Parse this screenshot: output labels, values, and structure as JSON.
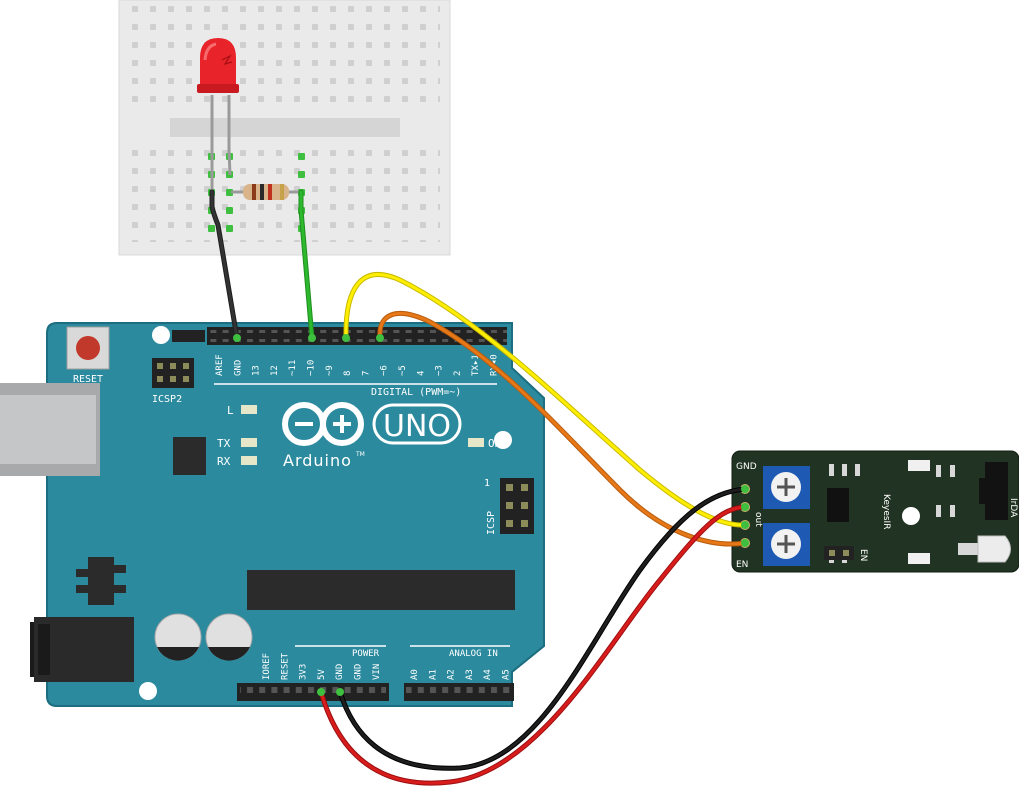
{
  "arduino": {
    "logo_text": "Arduino",
    "trademark": "TM",
    "model": "UNO",
    "reset_label": "RESET",
    "icsp2_label": "ICSP2",
    "icsp_label": "ICSP",
    "icsp_pin1": "1",
    "led_labels": {
      "l": "L",
      "tx": "TX",
      "rx": "RX",
      "on": "ON"
    },
    "digital_header_label": "DIGITAL (PWM=~)",
    "digital_pins": [
      "AREF",
      "GND",
      "13",
      "12",
      "~11",
      "~10",
      "~9",
      "8",
      "7",
      "~6",
      "~5",
      "4",
      "~3",
      "2",
      "TX▸1",
      "RX◂0"
    ],
    "power_label": "POWER",
    "power_pins": [
      "IOREF",
      "RESET",
      "3V3",
      "5V",
      "GND",
      "GND",
      "VIN"
    ],
    "analog_label": "ANALOG IN",
    "analog_pins": [
      "A0",
      "A1",
      "A2",
      "A3",
      "A4",
      "A5"
    ]
  },
  "ir_module": {
    "name": "KeyesIR",
    "side_label": "IrDA",
    "pins": [
      "GND",
      "+",
      "out",
      "EN"
    ],
    "en_jumper_label": "EN"
  },
  "wires": [
    {
      "id": "wire-black-led",
      "color": "#333333"
    },
    {
      "id": "wire-green-resistor",
      "color": "#2db82d"
    },
    {
      "id": "wire-yellow-out",
      "color": "#ffee00"
    },
    {
      "id": "wire-orange-en",
      "color": "#e67817"
    },
    {
      "id": "wire-red-5v",
      "color": "#d81c1c"
    },
    {
      "id": "wire-black-gnd",
      "color": "#1e1e1e"
    }
  ],
  "colors": {
    "board": "#2b8a9e",
    "board_dark": "#1c6d7f",
    "led_red": "#e8242a",
    "ir_board": "#213322",
    "breadboard": "#eaeaea"
  }
}
